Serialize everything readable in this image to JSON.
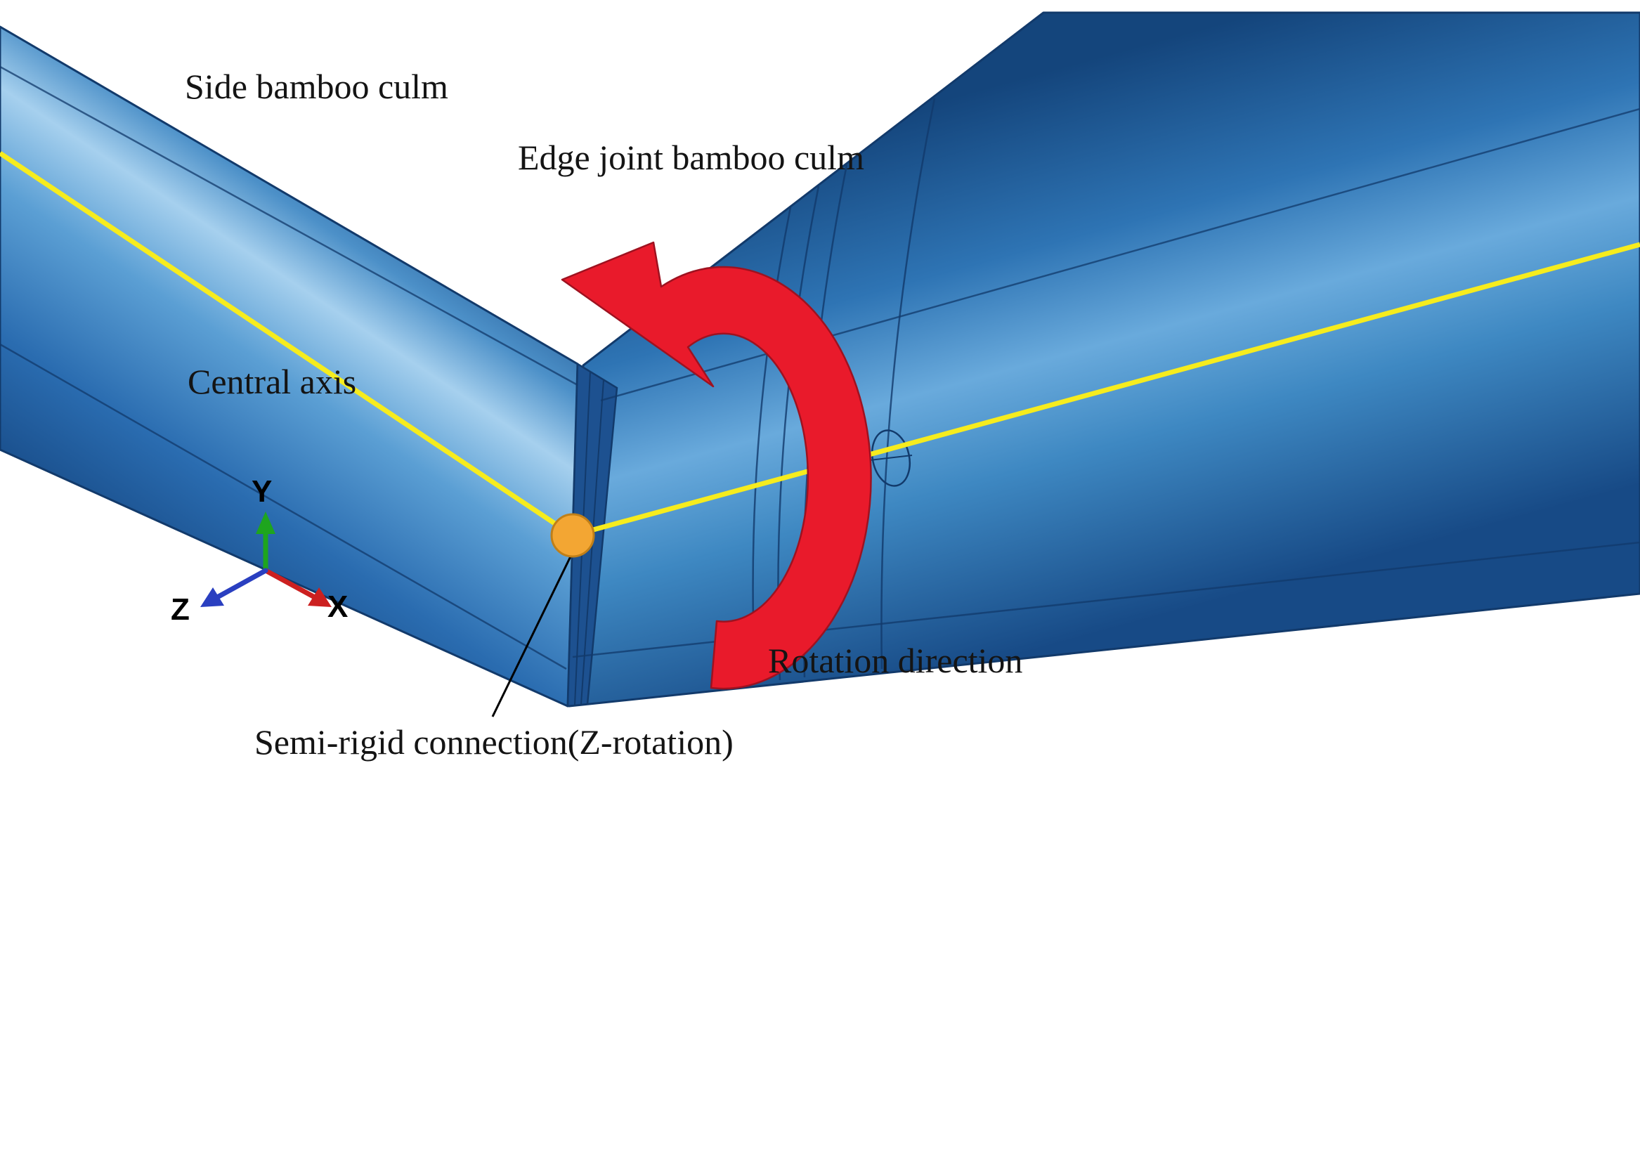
{
  "labels": {
    "side_culm": "Side bamboo culm",
    "edge_joint_culm": "Edge joint bamboo culm",
    "central_axis": "Central axis",
    "rotation_direction": "Rotation direction",
    "semi_rigid_connection": "Semi-rigid connection(Z-rotation)"
  },
  "triad": {
    "x": "X",
    "y": "Y",
    "z": "Z"
  },
  "colors": {
    "central_axis_yellow": "#f6ec1e",
    "rotation_arrow_red": "#e91a2b",
    "connection_orange": "#f3a633",
    "triad_x_red": "#cc2020",
    "triad_y_green": "#1ea51e",
    "triad_z_blue": "#2a3fc0",
    "culm_edge_navy": "#123a6b",
    "culm_blue_dark": "#174a86",
    "culm_blue_light": "#a6d0ee"
  }
}
